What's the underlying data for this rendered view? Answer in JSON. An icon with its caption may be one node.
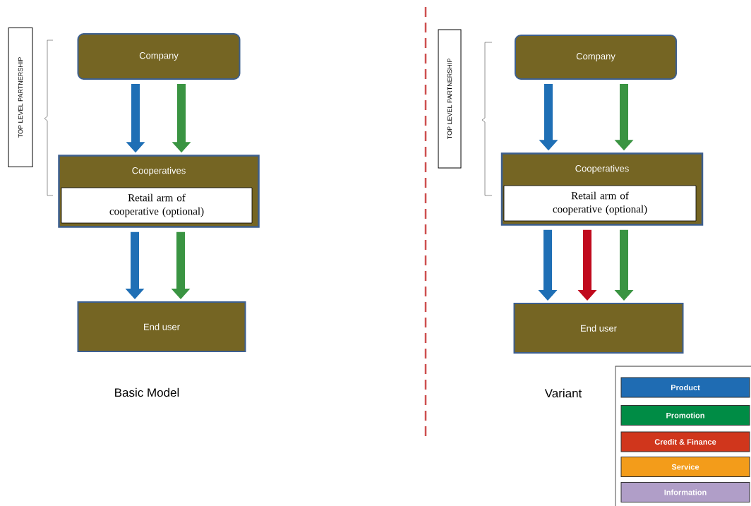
{
  "diagram": {
    "nodes": [
      {
        "text": [
          "Company"
        ]
      },
      {
        "text": [
          "Cooperatives"
        ]
      },
      {
        "text": [
          "Retail arm of cooperative (optional)"
        ],
        "in": 1
      },
      {
        "text": [
          "End user"
        ]
      },
      {
        "text": [
          "TOP LEVEL PARTNERSHIP"
        ]
      },
      {
        "text": [
          "Company"
        ]
      },
      {
        "text": [
          "Cooperatives"
        ]
      },
      {
        "text": [
          "Retail arm of cooperative (optional)"
        ],
        "in": 6
      },
      {
        "text": [
          "End user"
        ]
      },
      {
        "text": [
          "TOP LEVEL PARTNERSHIP"
        ]
      }
    ],
    "edges": [
      {
        "from": 0,
        "to": 1,
        "arrow": "to",
        "color": "#1f6fb5"
      },
      {
        "from": 0,
        "to": 1,
        "arrow": "to",
        "color": "#3a9442"
      },
      {
        "from": 1,
        "to": 3,
        "arrow": "to",
        "color": "#1f6fb5"
      },
      {
        "from": 1,
        "to": 3,
        "arrow": "to",
        "color": "#3a9442"
      },
      {
        "from": 5,
        "to": 6,
        "arrow": "to",
        "color": "#1f6fb5"
      },
      {
        "from": 5,
        "to": 6,
        "arrow": "to",
        "color": "#3a9442"
      },
      {
        "from": 6,
        "to": 8,
        "arrow": "to",
        "color": "#1f6fb5"
      },
      {
        "from": 6,
        "to": 8,
        "arrow": "to",
        "color": "#c00a1e"
      },
      {
        "from": 6,
        "to": 8,
        "arrow": "to",
        "color": "#3a9442"
      }
    ],
    "labels": [
      "Basic Model",
      "Variant"
    ],
    "legend": [
      {
        "text": "Product",
        "color": "#1f6cb3"
      },
      {
        "text": "Promotion",
        "color": "#008c45"
      },
      {
        "text": "Credit & Finance",
        "color": "#d0361c"
      },
      {
        "text": "Service",
        "color": "#f39c1a"
      },
      {
        "text": "Information",
        "color": "#b09ec8"
      }
    ]
  }
}
